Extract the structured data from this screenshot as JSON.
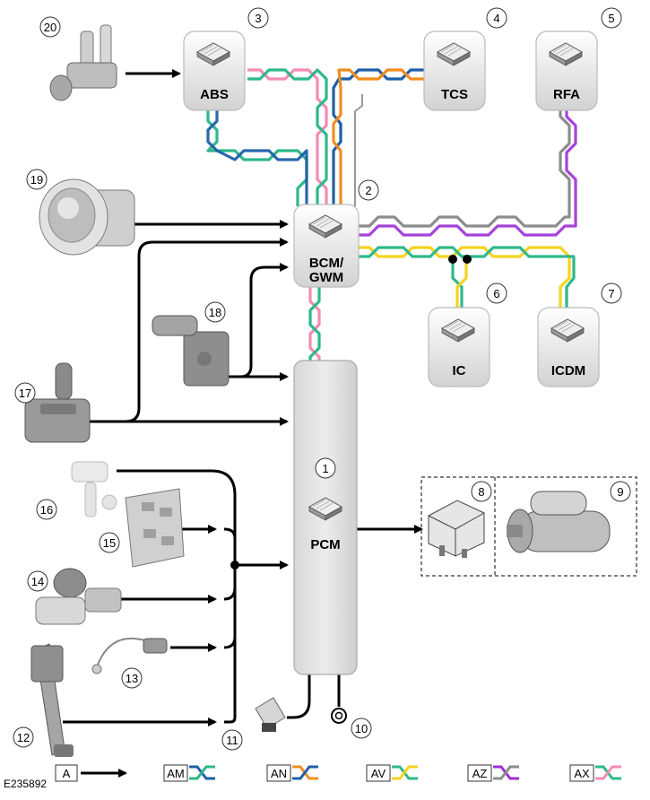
{
  "modules": {
    "abs": "ABS",
    "tcs": "TCS",
    "rfa": "RFA",
    "bcm_line1": "BCM/",
    "bcm_line2": "GWM",
    "ic": "IC",
    "icdm": "ICDM",
    "pcm": "PCM"
  },
  "callouts": [
    "1",
    "2",
    "3",
    "4",
    "5",
    "6",
    "7",
    "8",
    "9",
    "10",
    "11",
    "12",
    "13",
    "14",
    "15",
    "16",
    "17",
    "18",
    "19",
    "20"
  ],
  "figure_id": "E235892",
  "legend": {
    "a": "A",
    "am": "AM",
    "an": "AN",
    "av": "AV",
    "az": "AZ",
    "ax": "AX"
  },
  "colors": {
    "am_a": "#2eb88a",
    "am_b": "#1f5fa8",
    "an_a": "#1f5fa8",
    "an_b": "#f28c1e",
    "av_a": "#f5d321",
    "av_b": "#2eb88a",
    "az_a": "#8c8c8c",
    "az_b": "#9b2fd6",
    "ax_a": "#f28bb5",
    "ax_b": "#2eb88a"
  }
}
